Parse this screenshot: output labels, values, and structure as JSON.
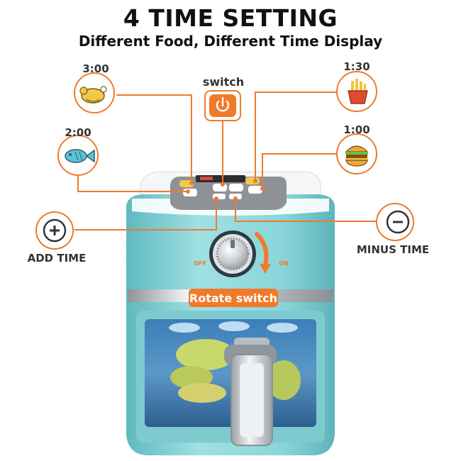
{
  "title": "4 TIME SETTING",
  "subtitle": "Different Food, Different Time Display",
  "presets": [
    {
      "time": "3:00",
      "food": "chicken-icon"
    },
    {
      "time": "2:00",
      "food": "fish-icon"
    },
    {
      "time": "1:30",
      "food": "fries-icon"
    },
    {
      "time": "1:00",
      "food": "burger-icon"
    }
  ],
  "switch_label": "switch",
  "add_time_label": "ADD TIME",
  "minus_time_label": "MINUS TIME",
  "rotate_switch_label": "Rotate switch",
  "knob_off_label": "OFF",
  "knob_on_label": "ON",
  "colors": {
    "accent_orange": "#f07a2a",
    "body_teal": "#86d3d7",
    "chrome": "#c9ccd0",
    "window_blue": "#2f6fa6"
  }
}
